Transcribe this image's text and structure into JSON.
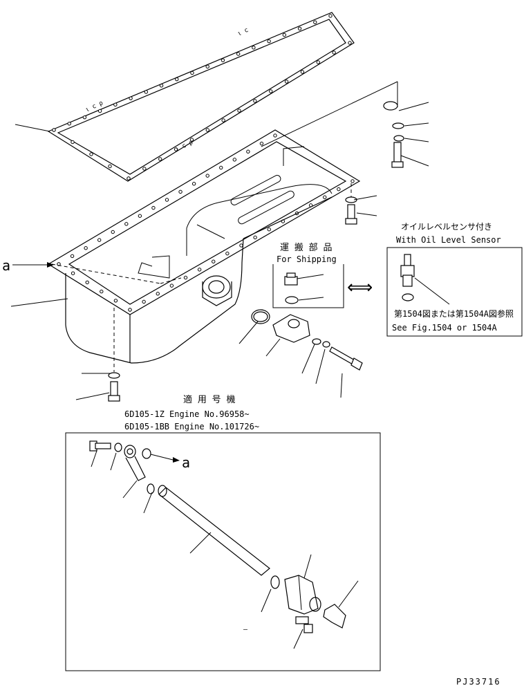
{
  "drawing": {
    "callout_letter": "a",
    "callout_letter_inset": "a",
    "shipping_jp": "運 搬 部 品",
    "shipping_en": "For Shipping",
    "sensor_jp": "オイルレベルセンサ付き",
    "sensor_en": "With Oil Level Sensor",
    "sensor_ref_jp": "第1504図または第1504A図参照",
    "sensor_ref_en": "See Fig.1504 or 1504A",
    "applicable_jp": "適 用 号 機",
    "applicable_line1": "6D105-1Z  Engine No.96958~",
    "applicable_line2": "6D105-1BB Engine No.101726~",
    "inset_dash": "—",
    "figure_code": "PJ33716"
  },
  "colors": {
    "line": "#000000",
    "background": "#ffffff"
  }
}
